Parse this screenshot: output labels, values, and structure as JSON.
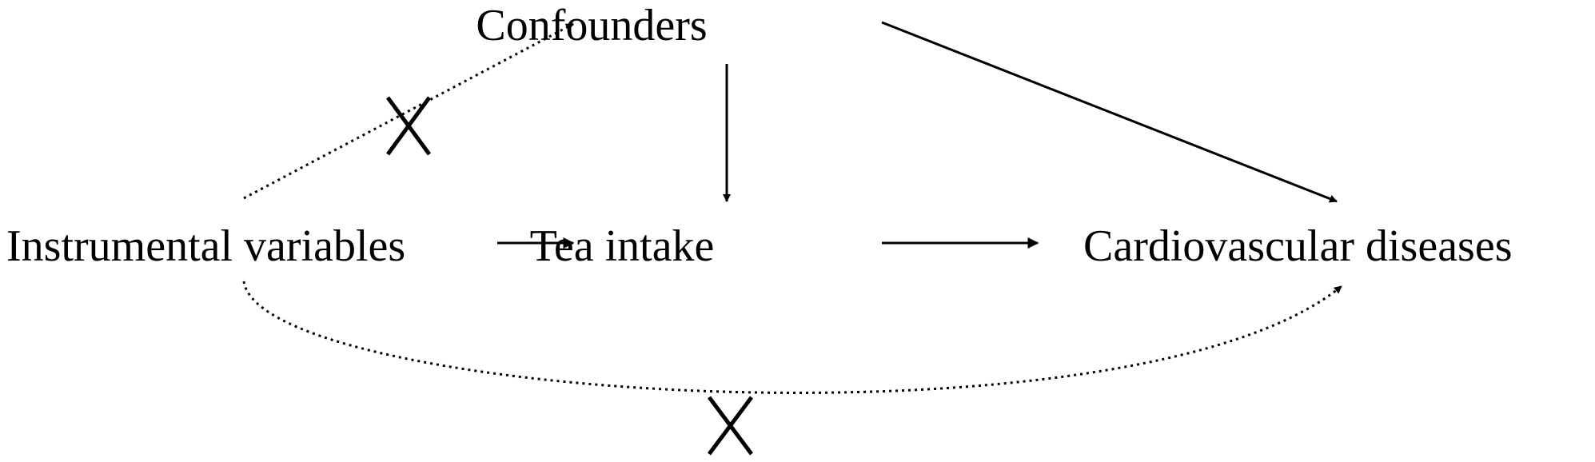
{
  "diagram": {
    "nodes": {
      "confounders": "Confounders",
      "instrumental_variables": "Instrumental variables",
      "tea_intake": "Tea intake",
      "cardiovascular_diseases": "Cardiovascular diseases"
    },
    "edges": [
      {
        "from": "instrumental_variables",
        "to": "tea_intake",
        "style": "solid"
      },
      {
        "from": "tea_intake",
        "to": "cardiovascular_diseases",
        "style": "solid"
      },
      {
        "from": "confounders",
        "to": "tea_intake",
        "style": "solid"
      },
      {
        "from": "confounders",
        "to": "cardiovascular_diseases",
        "style": "solid"
      },
      {
        "from": "instrumental_variables",
        "to": "confounders",
        "style": "dotted",
        "blocked": true
      },
      {
        "from": "instrumental_variables",
        "to": "cardiovascular_diseases",
        "style": "dotted",
        "blocked": true
      }
    ],
    "colors": {
      "ink": "#000000",
      "background": "#ffffff"
    }
  }
}
